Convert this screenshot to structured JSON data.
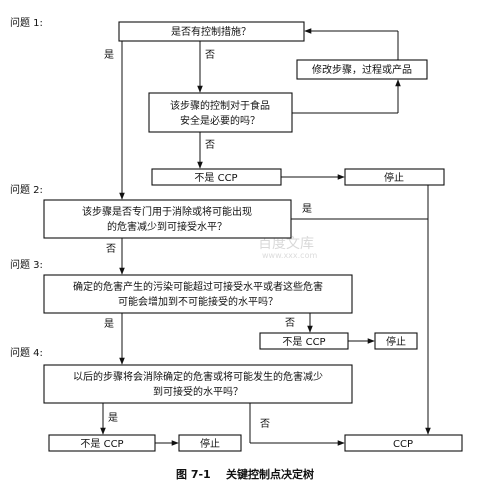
{
  "questions": {
    "q1": "问题 1:",
    "q2": "问题 2:",
    "q3": "问题 3:",
    "q4": "问题 4:"
  },
  "boxes": {
    "q1_control": "是否有控制措施？",
    "modify": "修改步骤，过程或产品",
    "necessary_line1": "该步骤的控制对于食品",
    "necessary_line2": "安全是必要的吗？",
    "not_ccp_1": "不是 CCP",
    "stop_1": "停止",
    "q2_line1": "该步骤是否专门用于消除或将可能出现",
    "q2_line2": "的危害减少到可接受水平？",
    "q3_line1": "确定的危害产生的污染可能超过可接受水平或者这些危害",
    "q3_line2": "可能会增加到不可能接受的水平吗？",
    "not_ccp_2": "不是 CCP",
    "stop_2": "停止",
    "q4_line1": "以后的步骤将会消除确定的危害或将可能发生的危害减少",
    "q4_line2": "到可接受的水平吗？",
    "not_ccp_3": "不是 CCP",
    "stop_3": "停止",
    "ccp": "CCP"
  },
  "edges": {
    "yes": "是",
    "no": "否"
  },
  "watermark": {
    "text": "百度文库",
    "url": "www.xxx.com"
  },
  "caption": "图 7-1    关键控制点决定树"
}
